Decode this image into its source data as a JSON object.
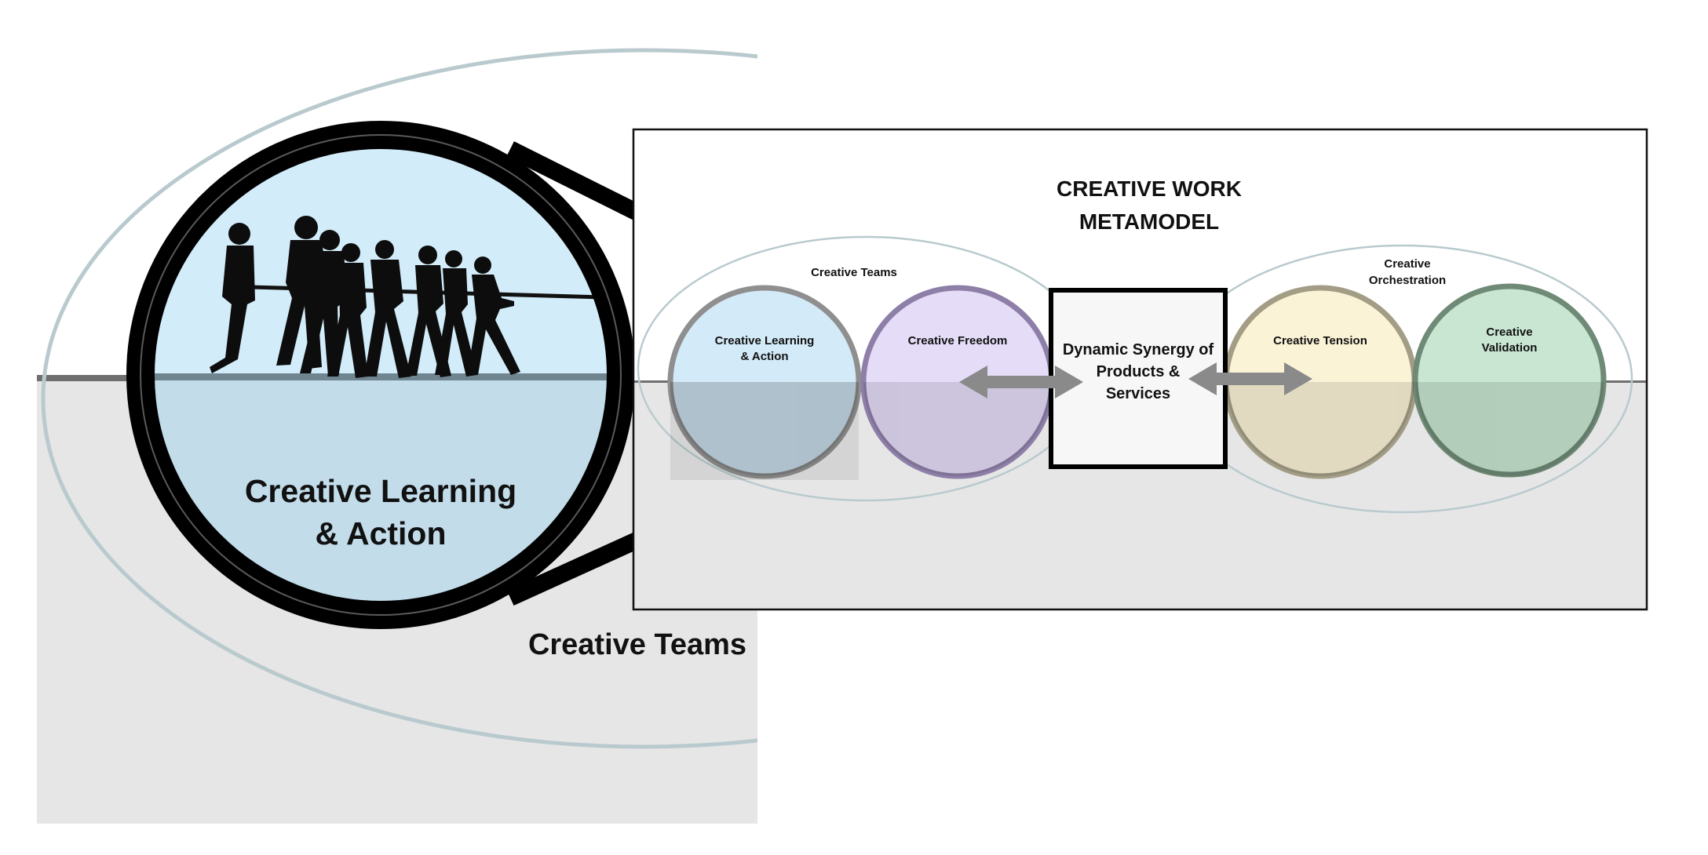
{
  "zoomed_view": {
    "circle_title_line1": "Creative Learning",
    "circle_title_line2": "& Action",
    "group_label": "Creative Teams",
    "illustration": "people-pulling-rope-silhouette"
  },
  "metamodel": {
    "title_line1": "CREATIVE WORK",
    "title_line2": "METAMODEL",
    "left_group_label": "Creative Teams",
    "right_group_label_line1": "Creative",
    "right_group_label_line2": "Orchestration",
    "circles": [
      {
        "label_line1": "Creative Learning",
        "label_line2": "& Action",
        "fill": "#d3eaf8",
        "stroke": "#8f8f8f"
      },
      {
        "label_line1": "Creative Freedom",
        "label_line2": "",
        "fill": "#e5dcf7",
        "stroke": "#8e7fa8"
      },
      {
        "label_line1": "Creative Tension",
        "label_line2": "",
        "fill": "#fbf3d6",
        "stroke": "#a39d86"
      },
      {
        "label_line1": "Creative",
        "label_line2": "Validation",
        "fill": "#c9e6d2",
        "stroke": "#6f8a76"
      }
    ],
    "center_box": {
      "line1": "Dynamic Synergy of",
      "line2": "Products &",
      "line3": "Services"
    },
    "arrows": [
      "double-arrow-left",
      "double-arrow-right"
    ]
  },
  "colors": {
    "ground": "#e6e6e6",
    "horizon_line": "#6f6f6f",
    "ellipse_stroke": "#b9cace",
    "arrow": "#8a8a8a",
    "outline": "#111111"
  }
}
